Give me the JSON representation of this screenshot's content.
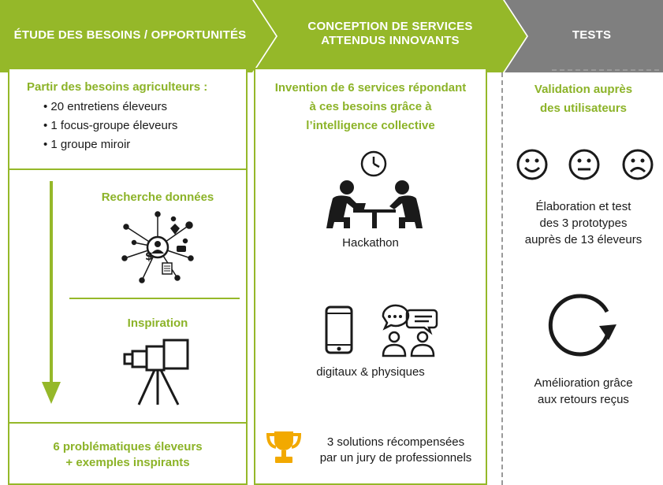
{
  "banners": {
    "step1": "ÉTUDE DES BESOINS / OPPORTUNITÉS",
    "step2_line1": "CONCEPTION DE SERVICES",
    "step2_line2": "ATTENDUS INNOVANTS",
    "step3": "TESTS"
  },
  "colors": {
    "green": "#95b829",
    "grey": "#7f7f7f",
    "gold": "#f2a900"
  },
  "col1": {
    "intro_title": "Partir des besoins agriculteurs :",
    "bullets": [
      "20 entretiens éleveurs",
      "1 focus-groupe éleveurs",
      "1 groupe miroir"
    ],
    "research_title": "Recherche données",
    "inspiration_title": "Inspiration",
    "result_line1": "6 problématiques éleveurs",
    "result_line2": "+ exemples inspirants"
  },
  "col2": {
    "title_line1": "Invention de 6 services répondant",
    "title_line2": "à ces besoins grâce à",
    "title_line3": "l’intelligence collective",
    "hackathon_label": "Hackathon",
    "digital_label": "digitaux & physiques",
    "award_line1": "3 solutions récompensées",
    "award_line2": "par un jury de professionnels"
  },
  "col3": {
    "title_line1": "Validation auprès",
    "title_line2": "des utilisateurs",
    "test_line1": "Élaboration et test",
    "test_line2": "des 3 prototypes",
    "test_line3": "auprès de 13 éleveurs",
    "improve_line1": "Amélioration grâce",
    "improve_line2": "aux retours reçus"
  },
  "icons": [
    "clock-icon",
    "meeting-icon",
    "data-network-icon",
    "telescope-icon",
    "smartphone-icon",
    "chat-people-icon",
    "trophy-icon",
    "smiley-happy-icon",
    "smiley-neutral-icon",
    "smiley-sad-icon",
    "refresh-arrow-icon",
    "down-arrow-icon"
  ]
}
